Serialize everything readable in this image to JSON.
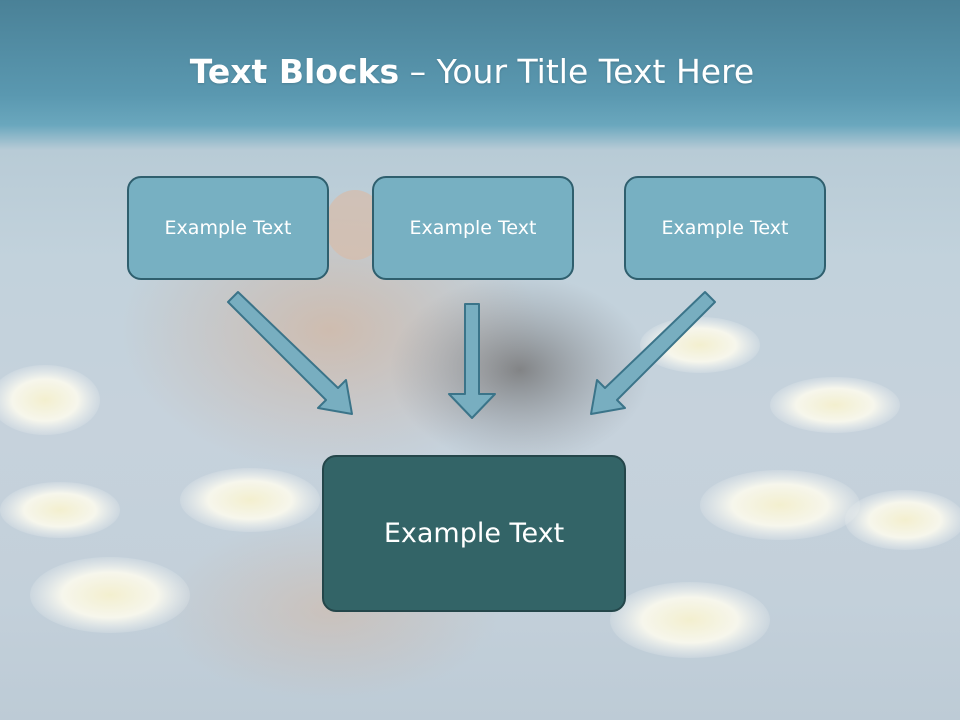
{
  "slide": {
    "title_bold": "Text Blocks",
    "title_rest": " – Your Title Text Here",
    "boxes": [
      "Example Text",
      "Example Text",
      "Example Text"
    ],
    "main_box": "Example Text"
  },
  "colors": {
    "top_band": "#4a8197",
    "small_box": "#77b0c2",
    "box_border": "#2f5f6e",
    "main_box": "#336467",
    "arrow_fill": "#78aec0"
  }
}
